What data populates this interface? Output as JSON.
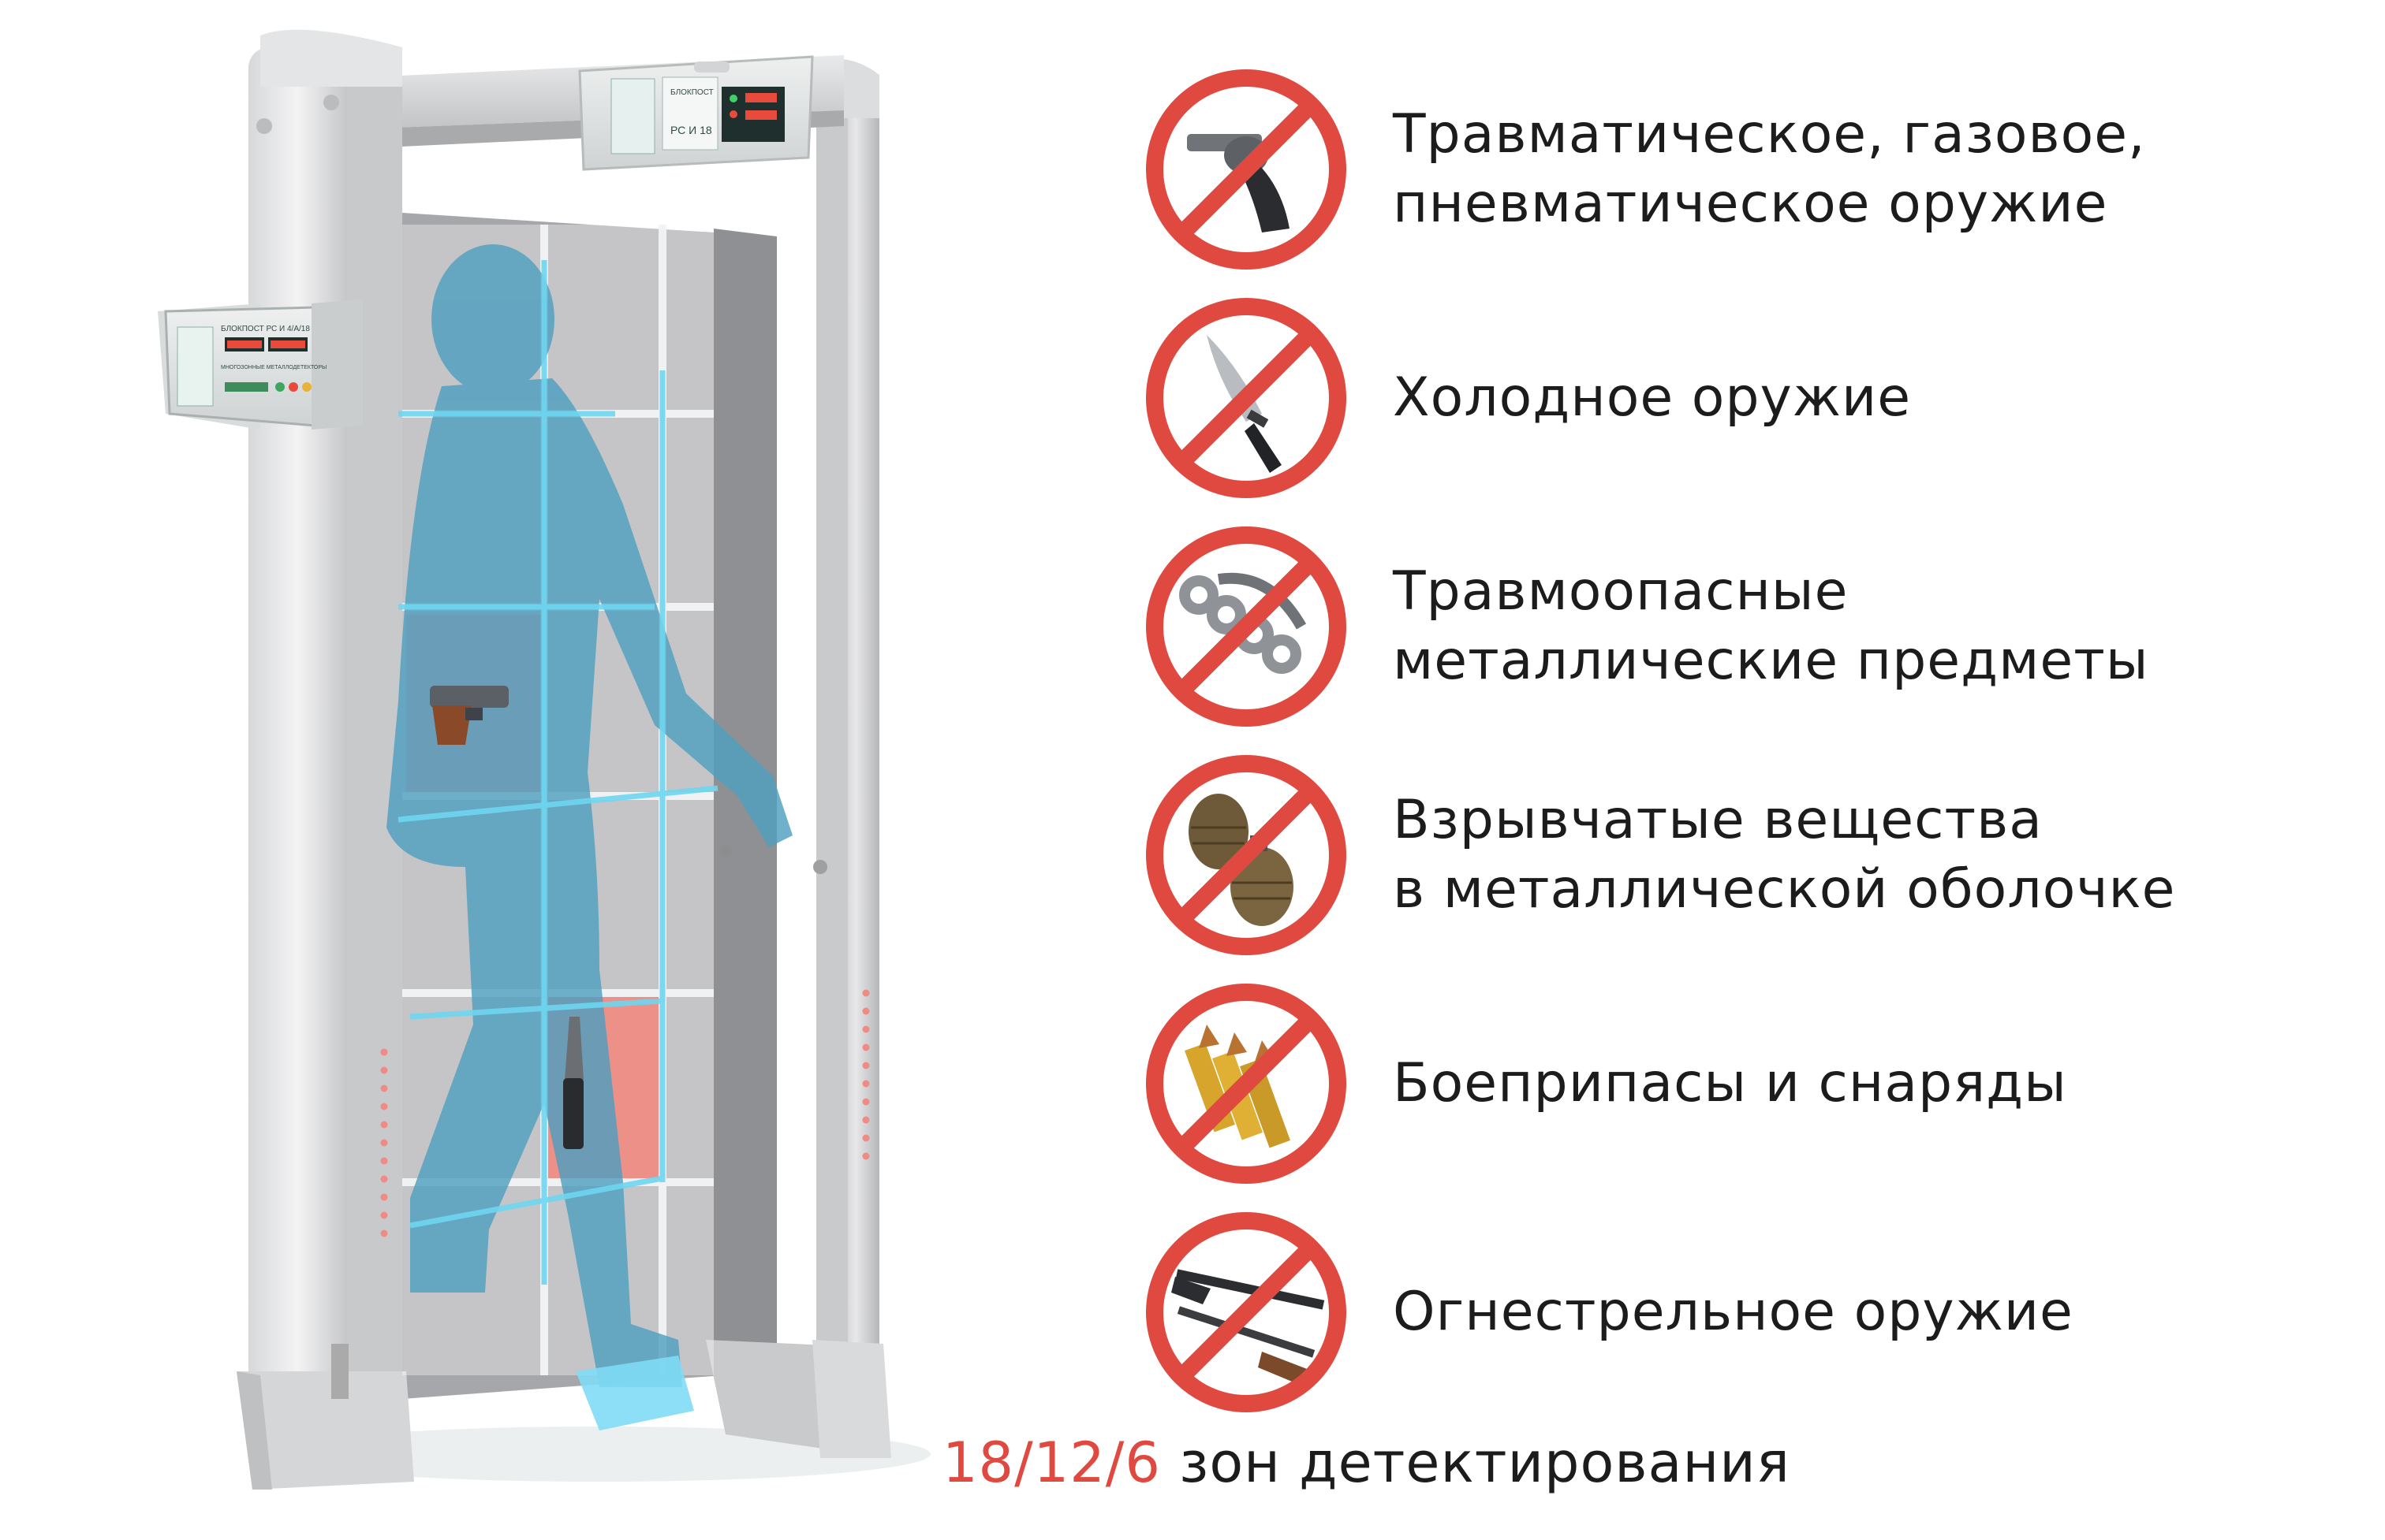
{
  "items": [
    {
      "label_1": "Травматическое, газовое,",
      "label_2": "пневматическое оружие",
      "icon": "revolver-icon"
    },
    {
      "label_1": "Холодное оружие",
      "label_2": "",
      "icon": "knife-icon"
    },
    {
      "label_1": "Травмоопасные",
      "label_2": "металлические предметы",
      "icon": "brass-knuckles-icon"
    },
    {
      "label_1": "Взрывчатые вещества",
      "label_2": "в металлической оболочке",
      "icon": "grenade-icon"
    },
    {
      "label_1": "Боеприпасы и снаряды",
      "label_2": "",
      "icon": "bullets-icon"
    },
    {
      "label_1": "Огнестрельное оружие",
      "label_2": "",
      "icon": "rifle-icon"
    }
  ],
  "footer": {
    "zones": "18/12/6",
    "text": " зон детектирования"
  },
  "device": {
    "top_panel_model": "РС И 18",
    "top_panel_brand": "БЛОКПОСТ",
    "side_panel_title": "БЛОКПОСТ РС И 4/А/18",
    "side_panel_subtitle": "МНОГОЗОННЫЕ МЕТАЛЛОДЕТЕКТОРЫ"
  },
  "colors": {
    "prohibit_red": "#e0493f",
    "accent_red": "#e0493f",
    "silhouette": "#5aa9c9",
    "grid_line": "#6ed6f0",
    "zone_red": "#e98b86"
  }
}
